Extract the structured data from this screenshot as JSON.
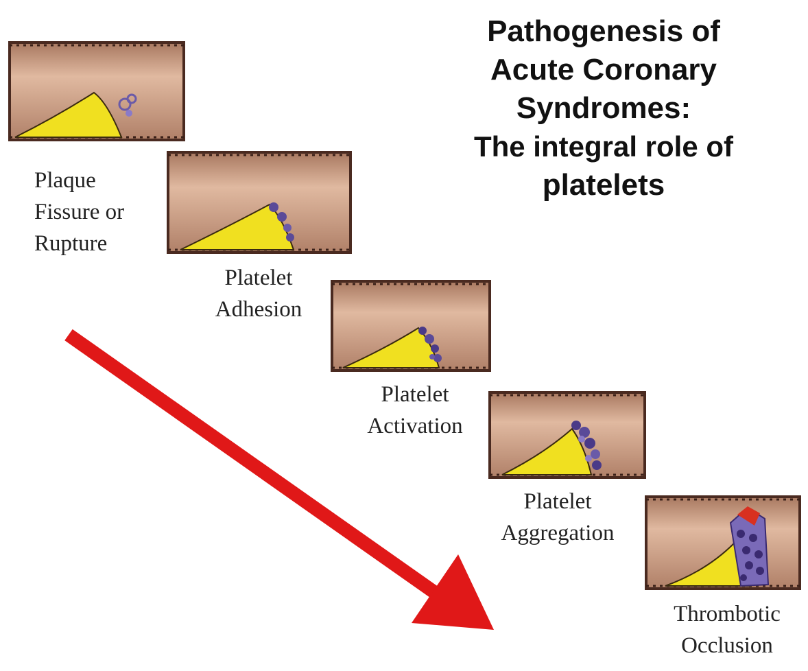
{
  "title": {
    "line1": "Pathogenesis of",
    "line2": "Acute Coronary",
    "line3": "Syndromes:",
    "line4": "The integral role of",
    "line5": "platelets"
  },
  "stages": [
    {
      "line1": "Plaque",
      "line2": "Fissure or",
      "line3": "Rupture"
    },
    {
      "line1": "Platelet",
      "line2": "Adhesion"
    },
    {
      "line1": "Platelet",
      "line2": "Activation"
    },
    {
      "line1": "Platelet",
      "line2": "Aggregation"
    },
    {
      "line1": "Thrombotic",
      "line2": "Occlusion"
    }
  ],
  "colors": {
    "vessel": "#c99a7f",
    "vessel_border": "#4a2a20",
    "plaque": "#f0e020",
    "platelets": "#6a5aa8",
    "thrombus": "#d83020",
    "arrow": "#e01818"
  }
}
